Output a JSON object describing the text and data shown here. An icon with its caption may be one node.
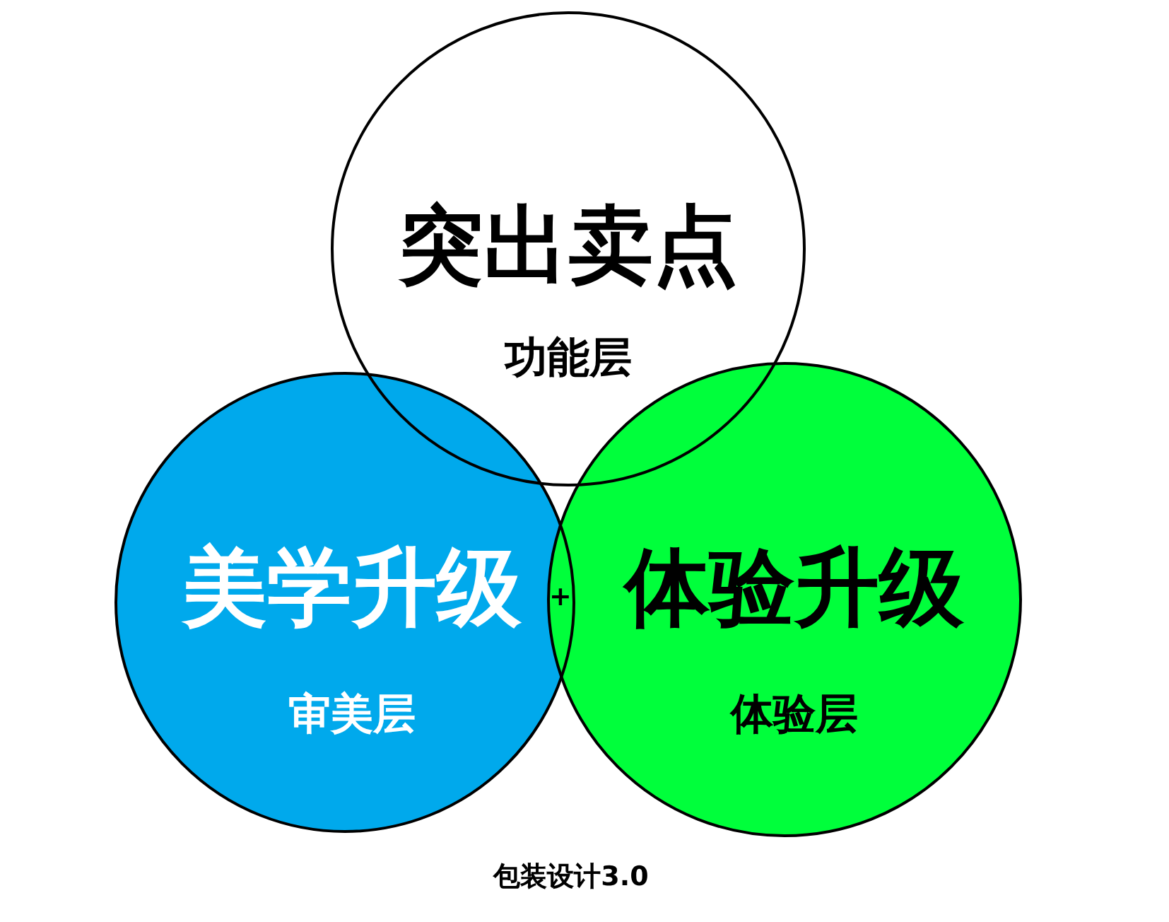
{
  "diagram": {
    "caption": "包装设计3.0",
    "nodes": [
      {
        "text": [
          "突出卖点",
          "功能层"
        ]
      },
      {
        "text": [
          "美学升级",
          "审美层"
        ]
      },
      {
        "text": [
          "体验升级",
          "体验层"
        ]
      }
    ],
    "labels": [
      "+"
    ]
  }
}
